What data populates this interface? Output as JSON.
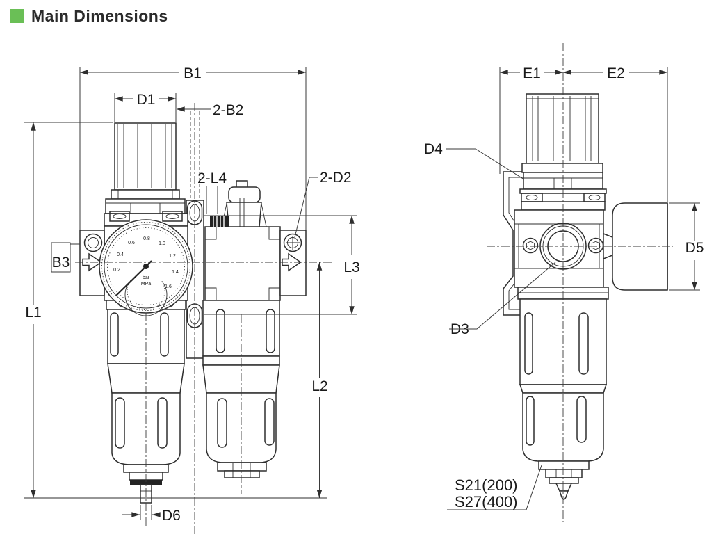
{
  "header": {
    "title": "Main Dimensions"
  },
  "front_view": {
    "dims": {
      "b1": "B1",
      "d1": "D1",
      "b2": "2-B2",
      "l4": "2-L4",
      "d2": "2-D2",
      "b3": "B3",
      "l3": "L3",
      "l1": "L1",
      "l2": "L2",
      "d6": "D6"
    },
    "gauge": {
      "units": [
        "bar",
        "MPa"
      ],
      "scale": [
        "0.2",
        "0.4",
        "0.6",
        "0.8",
        "1.0",
        "1.2",
        "1.4",
        "1.6"
      ]
    }
  },
  "side_view": {
    "dims": {
      "e1": "E1",
      "e2": "E2",
      "d4": "D4",
      "d5": "D5",
      "d3": "D3"
    },
    "drain_note": [
      "S21(200)",
      "S27(400)"
    ]
  },
  "colors": {
    "accent_green": "#6abf56",
    "line": "#2e2e2e",
    "text": "#1a1a1a"
  }
}
